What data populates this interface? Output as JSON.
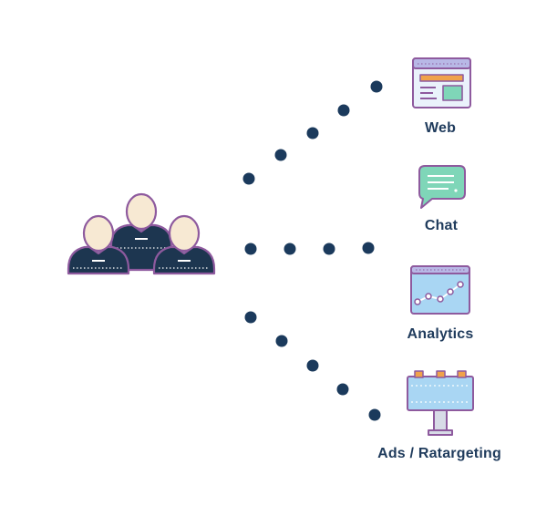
{
  "colors": {
    "dot": "#1b3a5c",
    "label": "#1f3b5c",
    "outline": "#8e5a9e",
    "skin": "#f7e9d3",
    "suit": "#1d3650",
    "collar": "#6fd0b5",
    "screen_blue": "#a9d6f3",
    "chat_green": "#7fd6b8",
    "billboard_blue": "#a9d6f3",
    "accent_orange": "#f0a24a",
    "browser_bar": "#b8b8e6"
  },
  "audience": {
    "icon": "people-group-icon"
  },
  "channels": [
    {
      "id": "web",
      "label": "Web",
      "icon": "browser-window-icon"
    },
    {
      "id": "chat",
      "label": "Chat",
      "icon": "chat-bubble-icon"
    },
    {
      "id": "analytics",
      "label": "Analytics",
      "icon": "analytics-chart-icon"
    },
    {
      "id": "ads",
      "label": "Ads / Ratargeting",
      "icon": "billboard-icon"
    }
  ]
}
